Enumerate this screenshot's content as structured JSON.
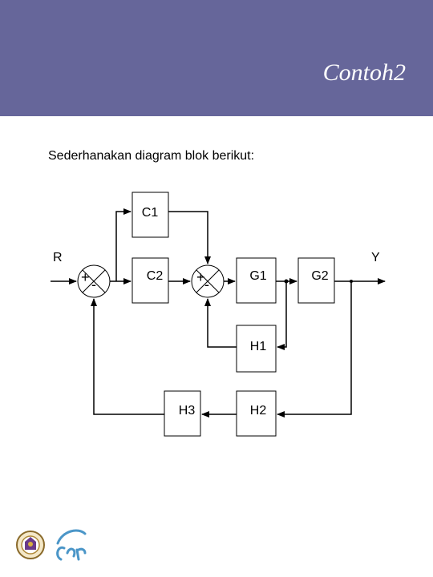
{
  "header": {
    "title": "Contoh2",
    "background_color": "#66669a"
  },
  "instruction": "Sederhanakan diagram blok berikut:",
  "diagram": {
    "input_label": "R",
    "output_label": "Y",
    "blocks": {
      "c1": "C1",
      "c2": "C2",
      "g1": "G1",
      "g2": "G2",
      "h1": "H1",
      "h2": "H2",
      "h3": "H3"
    },
    "summing_junction_1": {
      "plus": "+",
      "minus": "-"
    },
    "summing_junction_2": {
      "plus": "+",
      "minus": "-"
    }
  },
  "logos": [
    "university-seal-icon",
    "car-logo-icon"
  ]
}
